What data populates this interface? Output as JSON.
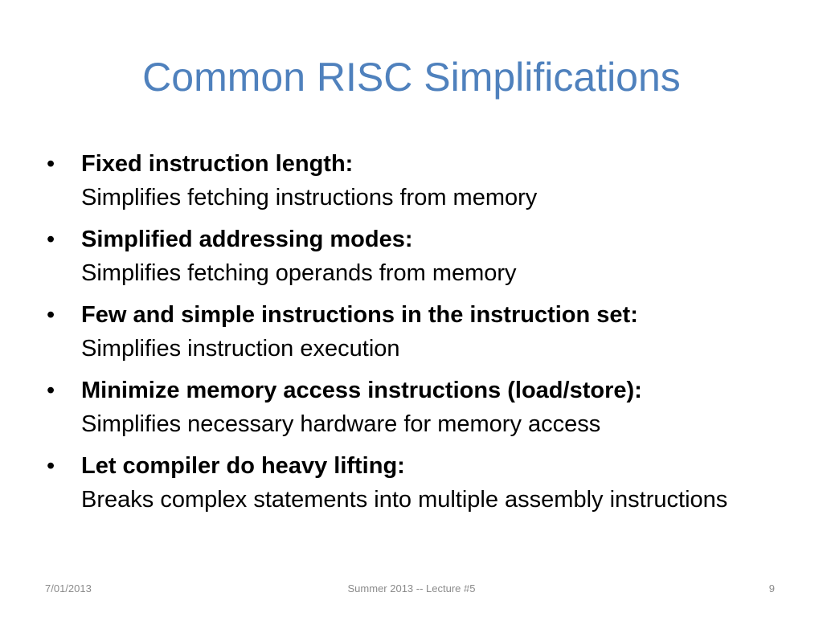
{
  "slide": {
    "title": "Common RISC Simplifications",
    "bullet_char": "•",
    "bullets": [
      {
        "heading": "Fixed instruction length:",
        "description": "Simplifies fetching instructions from memory"
      },
      {
        "heading": "Simplified addressing modes:",
        "description": "Simplifies fetching operands from memory"
      },
      {
        "heading": "Few and simple instructions in the instruction set:",
        "description": "Simplifies instruction execution"
      },
      {
        "heading": "Minimize memory access instructions (load/store):",
        "description": "Simplifies necessary hardware for memory access"
      },
      {
        "heading": "Let compiler do heavy lifting:",
        "description": "Breaks complex statements into multiple assembly instructions"
      }
    ]
  },
  "footer": {
    "date": "7/01/2013",
    "center": "Summer 2013 -- Lecture #5",
    "page_number": "9"
  },
  "colors": {
    "title": "#4f81bd",
    "body_text": "#000000",
    "footer_text": "#8b8b8b",
    "background": "#ffffff"
  }
}
